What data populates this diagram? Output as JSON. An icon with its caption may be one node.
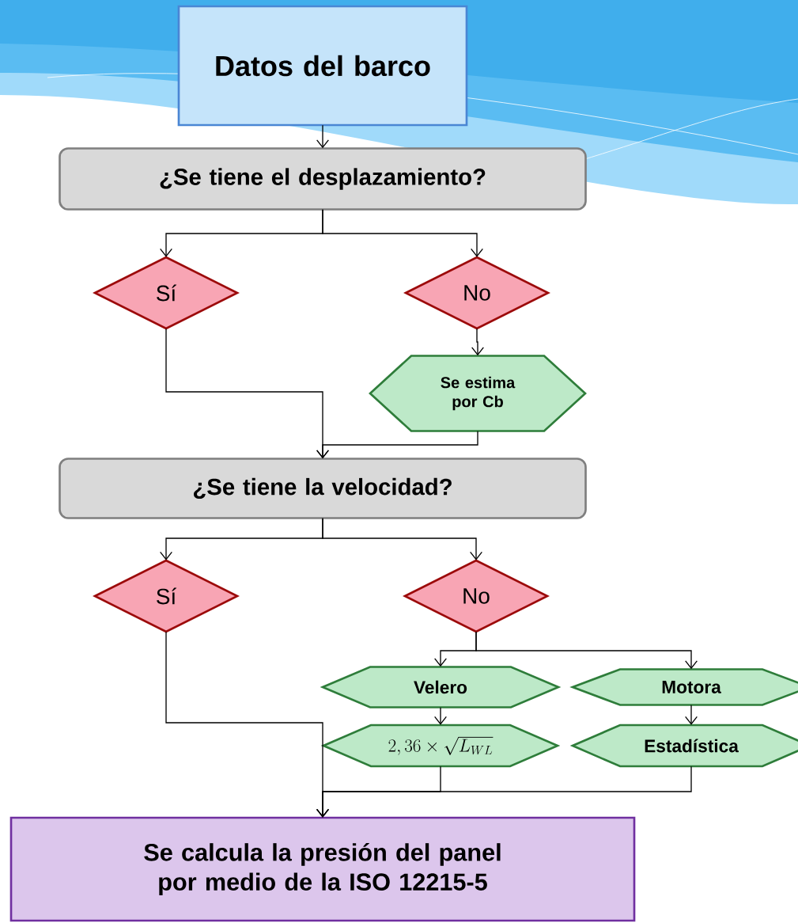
{
  "diagram": {
    "nodes": [
      {
        "text": [
          "Datos del barco"
        ]
      },
      {
        "text": [
          "¿Se tiene el desplazamiento?"
        ]
      },
      {
        "text": [
          "Sí"
        ]
      },
      {
        "text": [
          "No"
        ]
      },
      {
        "text": [
          "Se estima por Cb"
        ]
      },
      {
        "text": [
          "¿Se tiene la velocidad?"
        ]
      },
      {
        "text": [
          "Sí"
        ]
      },
      {
        "text": [
          "No"
        ]
      },
      {
        "text": [
          "Velero"
        ]
      },
      {
        "text": [
          "Motora"
        ]
      },
      {
        "text": [
          "2,36 \\times \\sqrt{L_{WL}}"
        ]
      },
      {
        "text": [
          "Estadística"
        ]
      },
      {
        "text": [
          "Se calcula la presión del panel por medio de la ISO 12215-5"
        ]
      }
    ],
    "edges": [
      {
        "from": 0,
        "to": 1,
        "arrow": "to"
      },
      {
        "from": 1,
        "to": 2,
        "arrow": "to"
      },
      {
        "from": 1,
        "to": 3,
        "arrow": "to"
      },
      {
        "from": 3,
        "to": 4,
        "arrow": "to"
      },
      {
        "from": 2,
        "to": 5,
        "arrow": "to"
      },
      {
        "from": 4,
        "to": 5,
        "arrow": "to"
      },
      {
        "from": 5,
        "to": 6,
        "arrow": "to"
      },
      {
        "from": 5,
        "to": 7,
        "arrow": "to"
      },
      {
        "from": 7,
        "to": 8,
        "arrow": "to"
      },
      {
        "from": 7,
        "to": 9,
        "arrow": "to"
      },
      {
        "from": 8,
        "to": 10,
        "arrow": "to"
      },
      {
        "from": 9,
        "to": 11,
        "arrow": "to"
      },
      {
        "from": 6,
        "to": 12,
        "arrow": "to"
      },
      {
        "from": 10,
        "to": 12,
        "arrow": "to"
      },
      {
        "from": 11,
        "to": 12,
        "arrow": "to"
      }
    ]
  }
}
